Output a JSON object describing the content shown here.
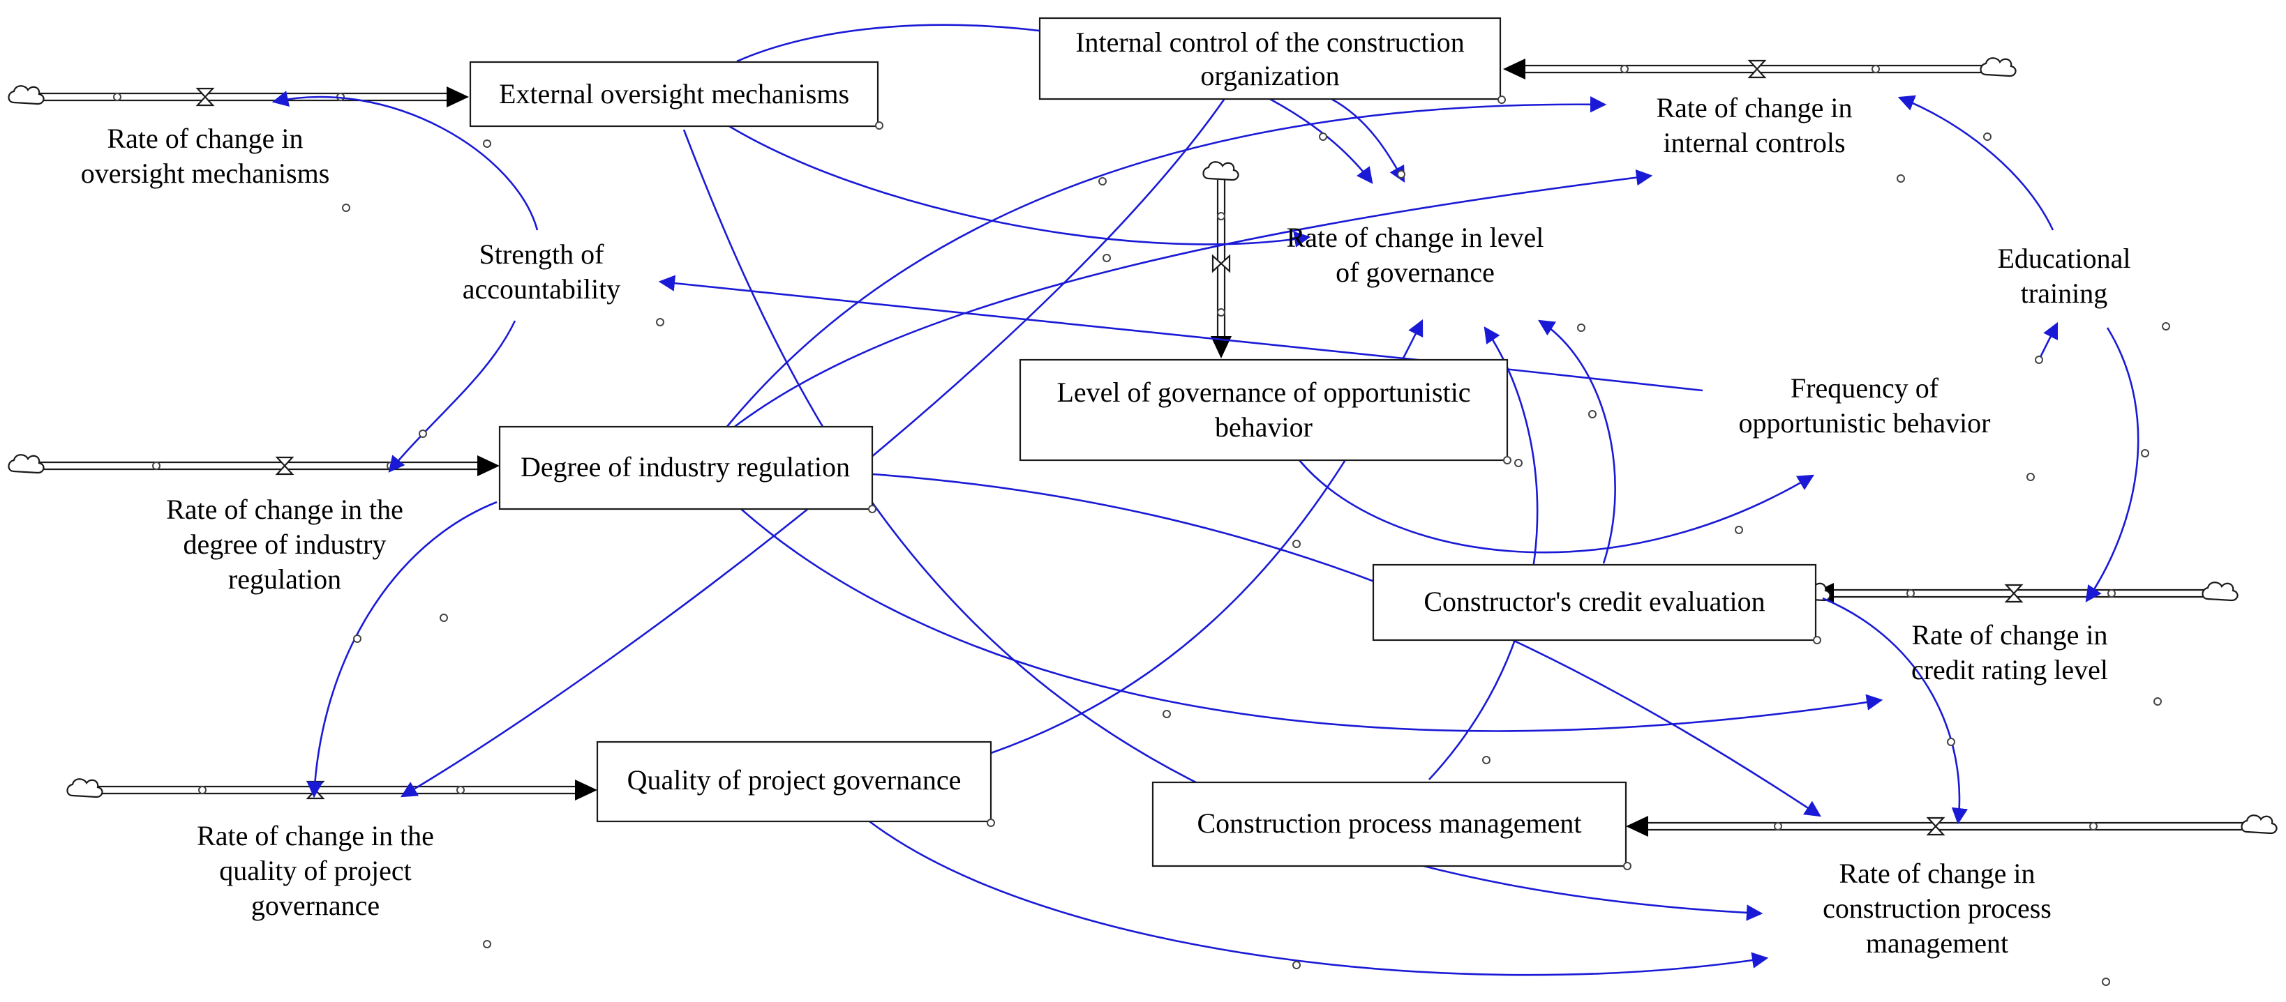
{
  "stocks": {
    "external_oversight": [
      "External oversight mechanisms"
    ],
    "internal_control": [
      "Internal control of the construction",
      "organization"
    ],
    "industry_regulation": [
      "Degree of industry regulation"
    ],
    "level_of_governance": [
      "Level of governance of opportunistic",
      "behavior"
    ],
    "credit_evaluation": [
      "Constructor's credit evaluation"
    ],
    "project_governance": [
      "Quality of project governance"
    ],
    "process_management": [
      "Construction process management"
    ]
  },
  "rates": {
    "oversight_mechanisms": [
      "Rate of change in",
      "oversight mechanisms"
    ],
    "internal_controls": [
      "Rate of change in",
      "internal controls"
    ],
    "level_of_governance": [
      "Rate of change in level",
      "of governance"
    ],
    "industry_regulation": [
      "Rate of change in the",
      "degree of industry",
      "regulation"
    ],
    "credit_rating": [
      "Rate of change in",
      "credit rating level"
    ],
    "project_governance": [
      "Rate of change in the",
      "quality of project",
      "governance"
    ],
    "process_management": [
      "Rate of change in",
      "construction process",
      "management"
    ]
  },
  "auxiliaries": {
    "accountability": [
      "Strength of",
      "accountability"
    ],
    "educational_training": [
      "Educational",
      "training"
    ],
    "opportunistic_frequency": [
      "Frequency of",
      "opportunistic behavior"
    ]
  },
  "colors": {
    "link": "#1a1ad6",
    "stock_border": "#1a1a1a",
    "background": "#ffffff"
  }
}
